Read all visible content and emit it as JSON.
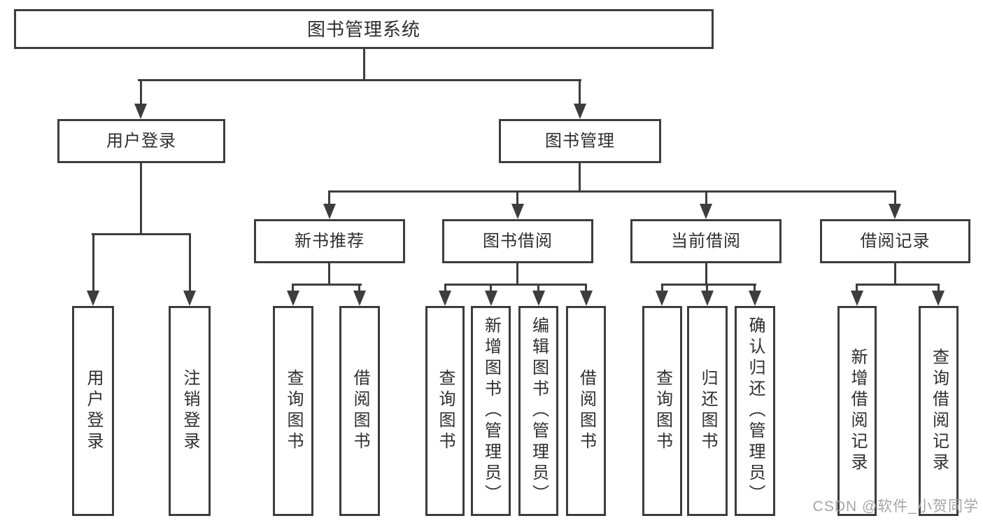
{
  "diagram": {
    "root": {
      "label": "图书管理系统"
    },
    "level2": [
      {
        "label": "用户登录"
      },
      {
        "label": "图书管理"
      }
    ],
    "level3": [
      {
        "label": "新书推荐"
      },
      {
        "label": "图书借阅"
      },
      {
        "label": "当前借阅"
      },
      {
        "label": "借阅记录"
      }
    ],
    "leaves": {
      "user_login": [
        {
          "label": "用户登录"
        },
        {
          "label": "注销登录"
        }
      ],
      "new_book": [
        {
          "label": "查询图书"
        },
        {
          "label": "借阅图书"
        }
      ],
      "book_borrow": [
        {
          "label": "查询图书"
        },
        {
          "label": "新增图书（管理员）"
        },
        {
          "label": "编辑图书（管理员）"
        },
        {
          "label": "借阅图书"
        }
      ],
      "current_borrow": [
        {
          "label": "查询图书"
        },
        {
          "label": "归还图书"
        },
        {
          "label": "确认归还（管理员）"
        }
      ],
      "records": [
        {
          "label": "新增借阅记录"
        },
        {
          "label": "查询借阅记录"
        }
      ]
    },
    "watermark": "CSDN @软件_小贺同学",
    "colors": {
      "line": "#3d3d3d",
      "text": "#2e2e2e",
      "watermark": "#a6a6a6",
      "background": "#ffffff"
    }
  }
}
